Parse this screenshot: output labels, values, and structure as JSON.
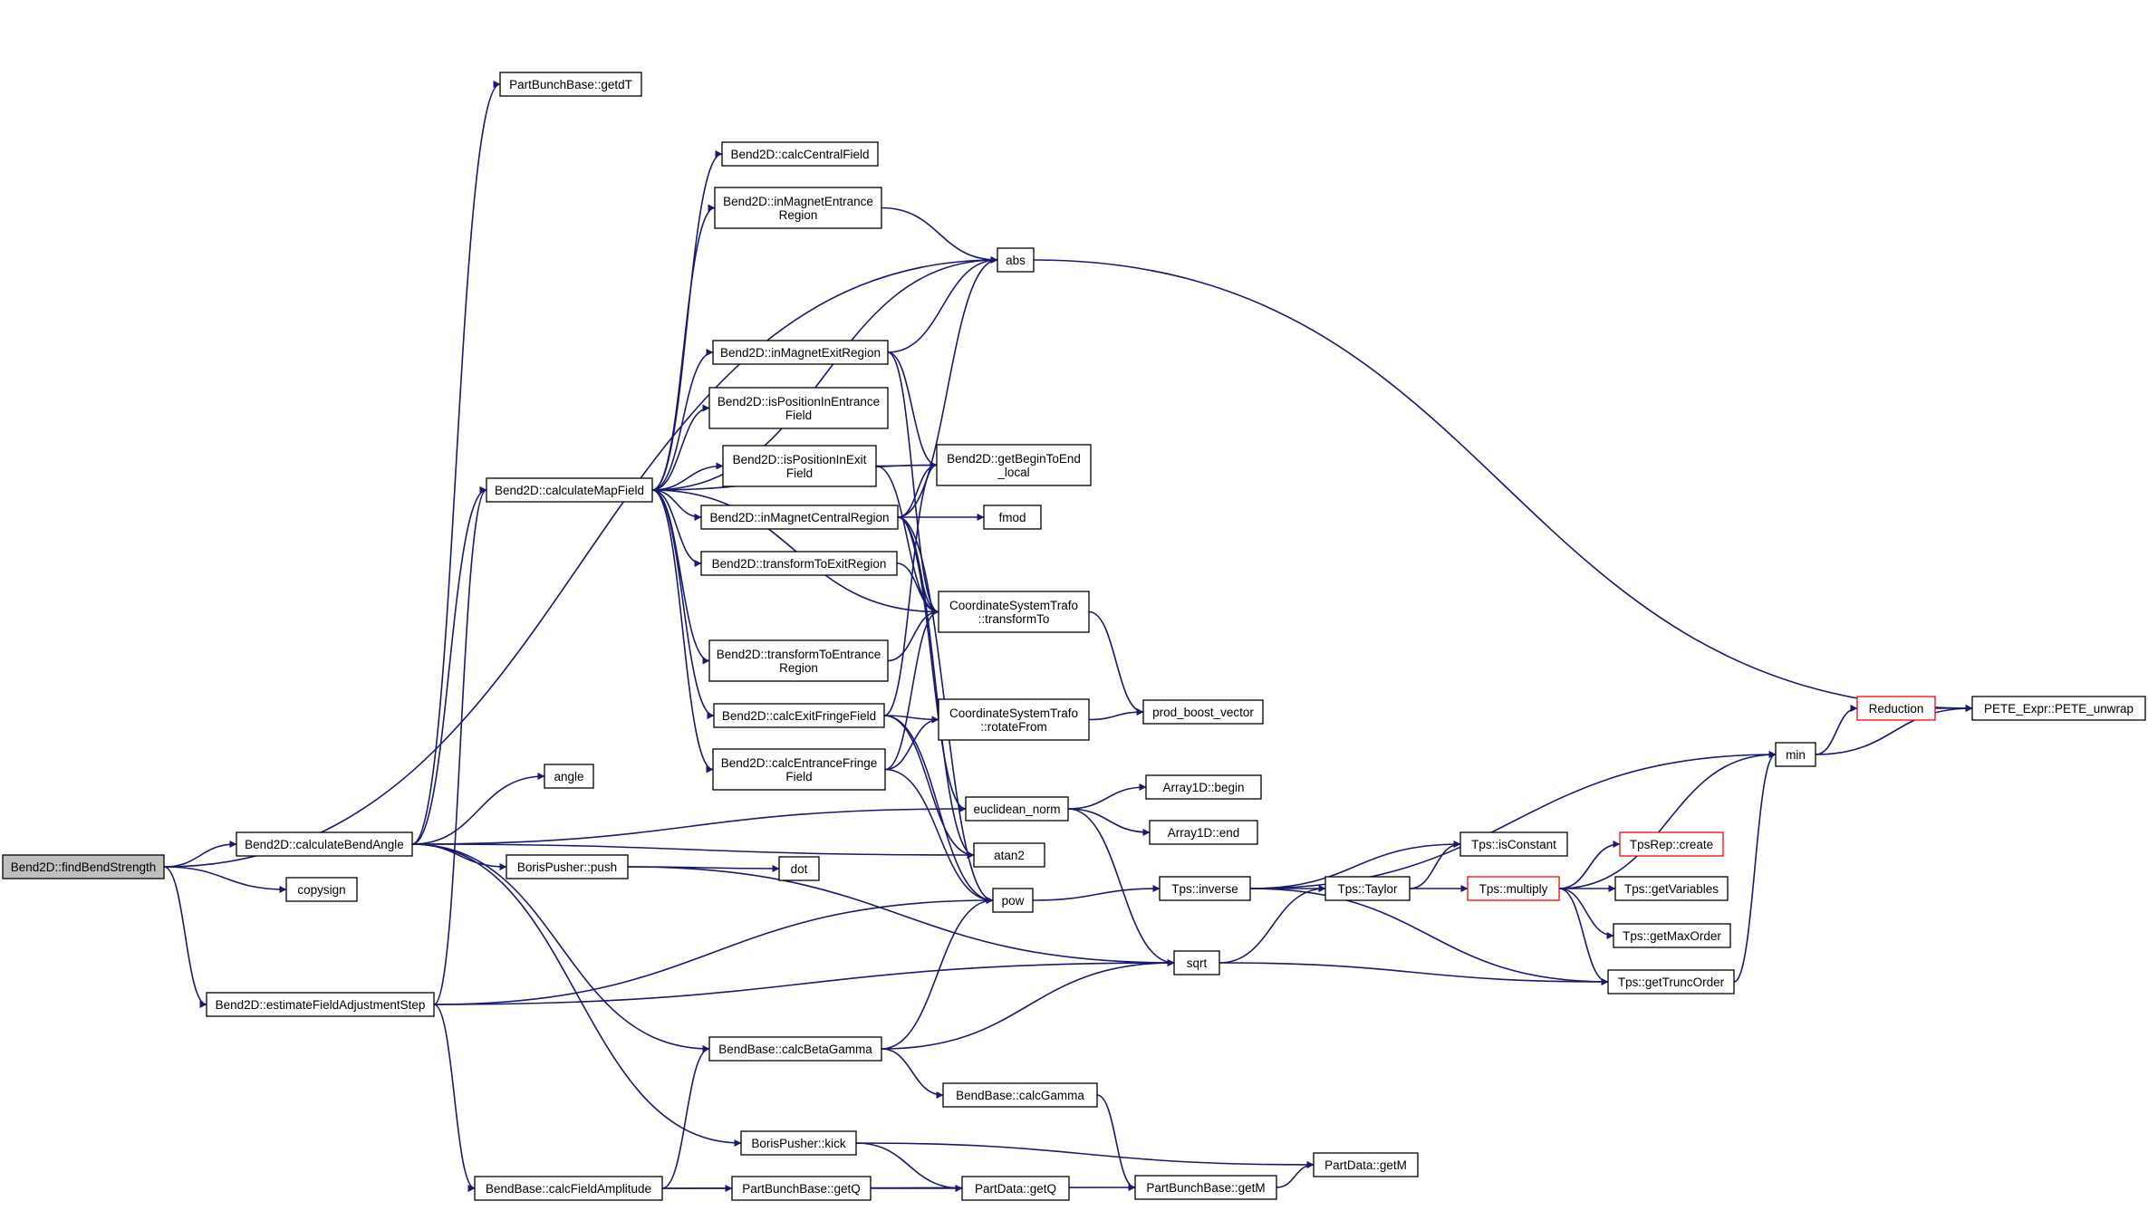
{
  "colors": {
    "edge": "#191970",
    "root_fill": "#bfbfbf",
    "node_fill": "#ffffff",
    "node_border": "#000000",
    "truncated_border": "#ff0000"
  },
  "nodes": [
    {
      "id": "findBendStrength",
      "lines": [
        "Bend2D::findBendStrength"
      ],
      "root": true
    },
    {
      "id": "calculateBendAngle",
      "lines": [
        "Bend2D::calculateBendAngle"
      ]
    },
    {
      "id": "copysign",
      "lines": [
        "copysign"
      ]
    },
    {
      "id": "estimateFieldAdjustmentStep",
      "lines": [
        "Bend2D::estimateFieldAdjustmentStep"
      ]
    },
    {
      "id": "getdT",
      "lines": [
        "PartBunchBase::getdT"
      ]
    },
    {
      "id": "abs",
      "lines": [
        "abs"
      ]
    },
    {
      "id": "calculateMapField",
      "lines": [
        "Bend2D::calculateMapField"
      ]
    },
    {
      "id": "angle",
      "lines": [
        "angle"
      ]
    },
    {
      "id": "borisPush",
      "lines": [
        "BorisPusher::push"
      ]
    },
    {
      "id": "euclideanNorm",
      "lines": [
        "euclidean_norm"
      ]
    },
    {
      "id": "atan2",
      "lines": [
        "atan2"
      ]
    },
    {
      "id": "pow",
      "lines": [
        "pow"
      ]
    },
    {
      "id": "calcBetaGamma",
      "lines": [
        "BendBase::calcBetaGamma"
      ]
    },
    {
      "id": "borisKick",
      "lines": [
        "BorisPusher::kick"
      ]
    },
    {
      "id": "calcFieldAmplitude",
      "lines": [
        "BendBase::calcFieldAmplitude"
      ]
    },
    {
      "id": "sqrt",
      "lines": [
        "sqrt"
      ]
    },
    {
      "id": "calcCentralField",
      "lines": [
        "Bend2D::calcCentralField"
      ]
    },
    {
      "id": "inMagnetEntranceRegion",
      "lines": [
        "Bend2D::inMagnetEntrance",
        "Region"
      ]
    },
    {
      "id": "inMagnetExitRegion",
      "lines": [
        "Bend2D::inMagnetExitRegion"
      ]
    },
    {
      "id": "isPositionInEntranceField",
      "lines": [
        "Bend2D::isPositionInEntrance",
        "Field"
      ]
    },
    {
      "id": "isPositionInExitField",
      "lines": [
        "Bend2D::isPositionInExit",
        "Field"
      ]
    },
    {
      "id": "inMagnetCentralRegion",
      "lines": [
        "Bend2D::inMagnetCentralRegion"
      ]
    },
    {
      "id": "transformToExitRegion",
      "lines": [
        "Bend2D::transformToExitRegion"
      ]
    },
    {
      "id": "transformToEntranceRegion",
      "lines": [
        "Bend2D::transformToEntrance",
        "Region"
      ]
    },
    {
      "id": "calcExitFringeField",
      "lines": [
        "Bend2D::calcExitFringeField"
      ]
    },
    {
      "id": "calcEntranceFringeField",
      "lines": [
        "Bend2D::calcEntranceFringe",
        "Field"
      ]
    },
    {
      "id": "getBeginToEndLocal",
      "lines": [
        "Bend2D::getBeginToEnd",
        "_local"
      ]
    },
    {
      "id": "fmod",
      "lines": [
        "fmod"
      ]
    },
    {
      "id": "transformTo",
      "lines": [
        "CoordinateSystemTrafo",
        "::transformTo"
      ]
    },
    {
      "id": "rotateFrom",
      "lines": [
        "CoordinateSystemTrafo",
        "::rotateFrom"
      ]
    },
    {
      "id": "prodBoostVector",
      "lines": [
        "prod_boost_vector"
      ]
    },
    {
      "id": "arrayBegin",
      "lines": [
        "Array1D::begin"
      ]
    },
    {
      "id": "arrayEnd",
      "lines": [
        "Array1D::end"
      ]
    },
    {
      "id": "dot",
      "lines": [
        "dot"
      ]
    },
    {
      "id": "tpsInverse",
      "lines": [
        "Tps::inverse"
      ]
    },
    {
      "id": "calcGamma",
      "lines": [
        "BendBase::calcGamma"
      ]
    },
    {
      "id": "partBunchGetQ",
      "lines": [
        "PartBunchBase::getQ"
      ]
    },
    {
      "id": "partDataGetQ",
      "lines": [
        "PartData::getQ"
      ]
    },
    {
      "id": "partBunchGetM",
      "lines": [
        "PartBunchBase::getM"
      ]
    },
    {
      "id": "partDataGetM",
      "lines": [
        "PartData::getM"
      ]
    },
    {
      "id": "tpsIsConstant",
      "lines": [
        "Tps::isConstant"
      ]
    },
    {
      "id": "tpsTaylor",
      "lines": [
        "Tps::Taylor"
      ]
    },
    {
      "id": "tpsMultiply",
      "lines": [
        "Tps::multiply"
      ],
      "truncated": true
    },
    {
      "id": "tpsGetTruncOrder",
      "lines": [
        "Tps::getTruncOrder"
      ]
    },
    {
      "id": "tpsRepCreate",
      "lines": [
        "TpsRep::create"
      ],
      "truncated": true
    },
    {
      "id": "tpsGetVariables",
      "lines": [
        "Tps::getVariables"
      ]
    },
    {
      "id": "tpsGetMaxOrder",
      "lines": [
        "Tps::getMaxOrder"
      ]
    },
    {
      "id": "min",
      "lines": [
        "min"
      ]
    },
    {
      "id": "reduction",
      "lines": [
        "Reduction"
      ],
      "truncated": true
    },
    {
      "id": "peteUnwrap",
      "lines": [
        "PETE_Expr::PETE_unwrap"
      ]
    }
  ],
  "edges": [
    [
      "findBendStrength",
      "calculateBendAngle"
    ],
    [
      "findBendStrength",
      "copysign"
    ],
    [
      "findBendStrength",
      "estimateFieldAdjustmentStep"
    ],
    [
      "findBendStrength",
      "abs"
    ],
    [
      "calculateBendAngle",
      "getdT"
    ],
    [
      "calculateBendAngle",
      "calculateMapField"
    ],
    [
      "calculateBendAngle",
      "angle"
    ],
    [
      "calculateBendAngle",
      "euclideanNorm"
    ],
    [
      "calculateBendAngle",
      "borisPush"
    ],
    [
      "calculateBendAngle",
      "atan2"
    ],
    [
      "calculateBendAngle",
      "calcBetaGamma"
    ],
    [
      "calculateBendAngle",
      "borisKick"
    ],
    [
      "estimateFieldAdjustmentStep",
      "calculateMapField"
    ],
    [
      "estimateFieldAdjustmentStep",
      "pow"
    ],
    [
      "estimateFieldAdjustmentStep",
      "sqrt"
    ],
    [
      "estimateFieldAdjustmentStep",
      "calcFieldAmplitude"
    ],
    [
      "calculateMapField",
      "abs"
    ],
    [
      "calculateMapField",
      "calcCentralField"
    ],
    [
      "calculateMapField",
      "inMagnetEntranceRegion"
    ],
    [
      "calculateMapField",
      "inMagnetExitRegion"
    ],
    [
      "calculateMapField",
      "isPositionInEntranceField"
    ],
    [
      "calculateMapField",
      "isPositionInExitField"
    ],
    [
      "calculateMapField",
      "inMagnetCentralRegion"
    ],
    [
      "calculateMapField",
      "transformToExitRegion"
    ],
    [
      "calculateMapField",
      "transformToEntranceRegion"
    ],
    [
      "calculateMapField",
      "calcExitFringeField"
    ],
    [
      "calculateMapField",
      "calcEntranceFringeField"
    ],
    [
      "calculateMapField",
      "getBeginToEndLocal"
    ],
    [
      "calculateMapField",
      "transformTo"
    ],
    [
      "inMagnetEntranceRegion",
      "abs"
    ],
    [
      "inMagnetExitRegion",
      "abs"
    ],
    [
      "inMagnetExitRegion",
      "getBeginToEndLocal"
    ],
    [
      "inMagnetExitRegion",
      "transformTo"
    ],
    [
      "isPositionInExitField",
      "getBeginToEndLocal"
    ],
    [
      "isPositionInExitField",
      "transformTo"
    ],
    [
      "inMagnetCentralRegion",
      "abs"
    ],
    [
      "inMagnetCentralRegion",
      "getBeginToEndLocal"
    ],
    [
      "inMagnetCentralRegion",
      "fmod"
    ],
    [
      "inMagnetCentralRegion",
      "transformTo"
    ],
    [
      "inMagnetCentralRegion",
      "euclideanNorm"
    ],
    [
      "inMagnetCentralRegion",
      "atan2"
    ],
    [
      "inMagnetCentralRegion",
      "pow"
    ],
    [
      "transformToExitRegion",
      "transformTo"
    ],
    [
      "transformToEntranceRegion",
      "transformTo"
    ],
    [
      "calcExitFringeField",
      "getBeginToEndLocal"
    ],
    [
      "calcExitFringeField",
      "rotateFrom"
    ],
    [
      "calcExitFringeField",
      "atan2"
    ],
    [
      "calcExitFringeField",
      "pow"
    ],
    [
      "calcEntranceFringeField",
      "transformTo"
    ],
    [
      "calcEntranceFringeField",
      "rotateFrom"
    ],
    [
      "calcEntranceFringeField",
      "pow"
    ],
    [
      "transformTo",
      "prodBoostVector"
    ],
    [
      "rotateFrom",
      "prodBoostVector"
    ],
    [
      "abs",
      "peteUnwrap"
    ],
    [
      "euclideanNorm",
      "arrayBegin"
    ],
    [
      "euclideanNorm",
      "arrayEnd"
    ],
    [
      "euclideanNorm",
      "sqrt"
    ],
    [
      "borisPush",
      "dot"
    ],
    [
      "borisPush",
      "sqrt"
    ],
    [
      "pow",
      "tpsInverse"
    ],
    [
      "calcBetaGamma",
      "pow"
    ],
    [
      "calcBetaGamma",
      "sqrt"
    ],
    [
      "calcBetaGamma",
      "calcGamma"
    ],
    [
      "calcGamma",
      "partBunchGetM"
    ],
    [
      "borisKick",
      "partDataGetQ"
    ],
    [
      "borisKick",
      "partDataGetM"
    ],
    [
      "calcFieldAmplitude",
      "calcBetaGamma"
    ],
    [
      "calcFieldAmplitude",
      "partBunchGetQ"
    ],
    [
      "calcFieldAmplitude",
      "partBunchGetM"
    ],
    [
      "partBunchGetQ",
      "partDataGetQ"
    ],
    [
      "partBunchGetM",
      "partDataGetM"
    ],
    [
      "sqrt",
      "tpsTaylor"
    ],
    [
      "sqrt",
      "tpsGetTruncOrder"
    ],
    [
      "tpsInverse",
      "min"
    ],
    [
      "tpsInverse",
      "tpsIsConstant"
    ],
    [
      "tpsInverse",
      "tpsTaylor"
    ],
    [
      "tpsInverse",
      "tpsGetTruncOrder"
    ],
    [
      "tpsTaylor",
      "tpsIsConstant"
    ],
    [
      "tpsTaylor",
      "tpsMultiply"
    ],
    [
      "tpsMultiply",
      "min"
    ],
    [
      "tpsMultiply",
      "tpsRepCreate"
    ],
    [
      "tpsMultiply",
      "tpsGetVariables"
    ],
    [
      "tpsMultiply",
      "tpsGetMaxOrder"
    ],
    [
      "tpsMultiply",
      "tpsGetTruncOrder"
    ],
    [
      "tpsGetTruncOrder",
      "min"
    ],
    [
      "min",
      "reduction"
    ],
    [
      "min",
      "peteUnwrap"
    ],
    [
      "reduction",
      "peteUnwrap"
    ]
  ]
}
